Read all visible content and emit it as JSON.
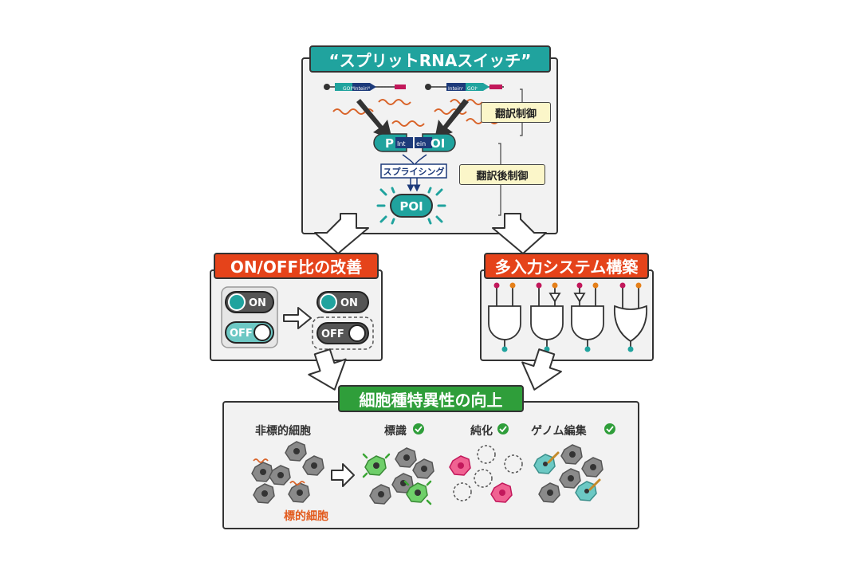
{
  "split_switch": {
    "title": "“スプリットRNAスイッチ”",
    "construct_left_labels": [
      "GOIᴺ",
      "Inteinᴺ"
    ],
    "construct_right_labels": [
      "Inteinᶜ",
      "GOIᶜ"
    ],
    "protein_left": "P",
    "protein_right": "OI",
    "intein_left": "Int",
    "intein_right": "ein",
    "splicing_label": "スプライシング",
    "product_label": "POI",
    "translation_control": "翻訳制御",
    "post_translation_control": "翻訳後制御"
  },
  "onoff": {
    "title": "ON/OFF比の改善",
    "on_label": "ON",
    "off_label": "OFF"
  },
  "multi_input": {
    "title": "多入力システム構築"
  },
  "specificity": {
    "title": "細胞種特異性の向上",
    "non_target": "非標的細胞",
    "target": "標的細胞",
    "labeling": "標識",
    "purification": "純化",
    "genome_editing": "ゲノム編集"
  },
  "colors": {
    "teal": "#20a39e",
    "red": "#e5431a",
    "green": "#2f9e3a",
    "target_orange": "#e25a1c"
  }
}
